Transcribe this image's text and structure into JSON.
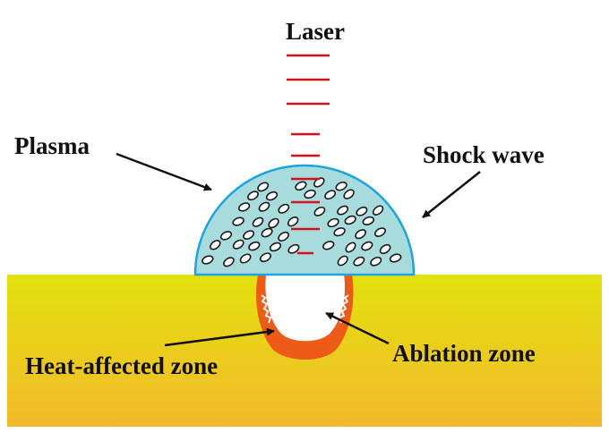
{
  "labels": {
    "laser": "Laser",
    "plasma": "Plasma",
    "shock_wave": "Shock wave",
    "heat_affected_zone": "Heat-affected zone",
    "ablation_zone": "Ablation zone"
  },
  "colors": {
    "laser_beam": "#d8101c",
    "plasma_fill": "#a8dcdc",
    "shock_wave_outline": "#1ea4e0",
    "substrate_top": "#e2e10e",
    "substrate_bottom": "#f3b92b",
    "heat_affected_zone": "#ee5a18",
    "ablation_crater": "#ffffff",
    "particle_outline": "#1a1a1a",
    "arrow": "#111111"
  },
  "icons": {
    "arrow": "arrow-icon",
    "particle": "plasma-particle"
  }
}
